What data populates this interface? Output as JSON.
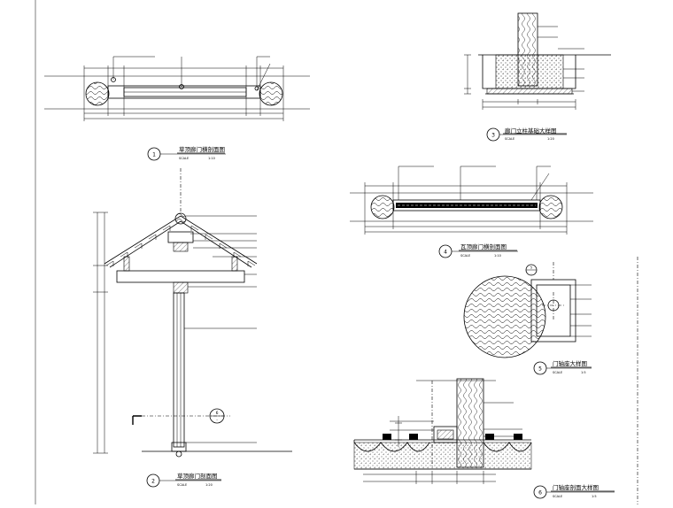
{
  "drawings": [
    {
      "number": "1",
      "title": "草顶廊门横剖面图",
      "scale_label": "SCALE",
      "scale": "1:10"
    },
    {
      "number": "2",
      "title": "草顶廊门剖面图",
      "scale_label": "SCALE",
      "scale": "1:20"
    },
    {
      "number": "3",
      "title": "廊门立柱基础大样图",
      "scale_label": "SCALE",
      "scale": "1:20"
    },
    {
      "number": "4",
      "title": "瓦顶廊门横剖面图",
      "scale_label": "SCALE",
      "scale": "1:10"
    },
    {
      "number": "5",
      "title": "门轴座大样图",
      "scale_label": "SCALE",
      "scale": "1:5"
    },
    {
      "number": "6",
      "title": "门轴座剖面大样图",
      "scale_label": "SCALE",
      "scale": "1:5"
    }
  ],
  "section_markers": [
    {
      "number": "6",
      "sheet": "-"
    },
    {
      "number": "5",
      "sheet": "-"
    }
  ]
}
